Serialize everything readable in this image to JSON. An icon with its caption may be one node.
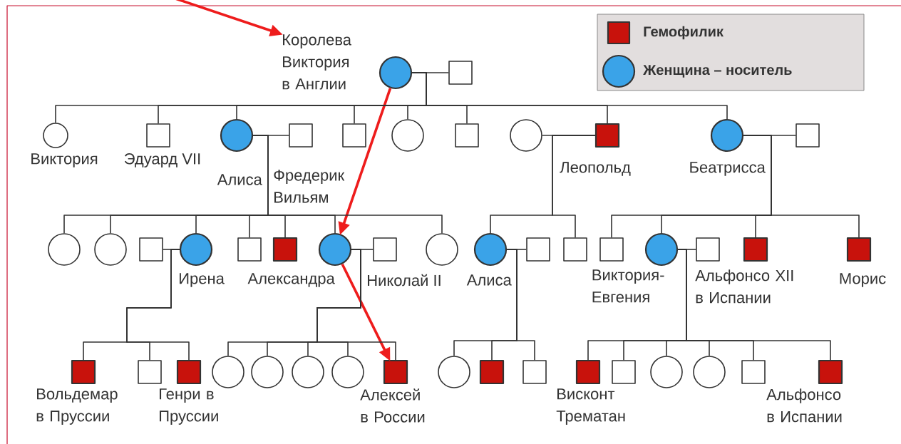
{
  "diagram": {
    "nodes": [
      {
        "text": [],
        "shape": "circle",
        "beside": [
          "Королева Виктория в Англии"
        ]
      },
      {
        "text": [],
        "shape": "box"
      },
      {
        "text": [],
        "shape": "circle",
        "beside": [
          "Виктория"
        ]
      },
      {
        "text": [],
        "shape": "box",
        "beside": [
          "Эдуард VII"
        ]
      },
      {
        "text": [],
        "shape": "circle",
        "beside": [
          "Алиса"
        ]
      },
      {
        "text": [],
        "shape": "box",
        "beside": [
          "Фредерик Вильям"
        ]
      },
      {
        "text": [],
        "shape": "box"
      },
      {
        "text": [],
        "shape": "circle"
      },
      {
        "text": [],
        "shape": "box"
      },
      {
        "text": [],
        "shape": "circle"
      },
      {
        "text": [],
        "shape": "box",
        "beside": [
          "Леопольд"
        ]
      },
      {
        "text": [],
        "shape": "circle",
        "beside": [
          "Беатрисса"
        ]
      },
      {
        "text": [],
        "shape": "box"
      },
      {
        "text": [],
        "shape": "circle"
      },
      {
        "text": [],
        "shape": "circle"
      },
      {
        "text": [],
        "shape": "box"
      },
      {
        "text": [],
        "shape": "circle",
        "beside": [
          "Ирена"
        ]
      },
      {
        "text": [],
        "shape": "box"
      },
      {
        "text": [],
        "shape": "box"
      },
      {
        "text": [],
        "shape": "circle",
        "beside": [
          "Александра"
        ]
      },
      {
        "text": [],
        "shape": "box",
        "beside": [
          "Николай II"
        ]
      },
      {
        "text": [],
        "shape": "circle"
      },
      {
        "text": [],
        "shape": "circle",
        "beside": [
          "Алиса"
        ]
      },
      {
        "text": [],
        "shape": "box"
      },
      {
        "text": [],
        "shape": "box"
      },
      {
        "text": [],
        "shape": "box"
      },
      {
        "text": [],
        "shape": "circle",
        "beside": [
          "Виктория-Евгения"
        ]
      },
      {
        "text": [],
        "shape": "box",
        "beside": [
          "Альфонсо XII в Испании"
        ]
      },
      {
        "text": [],
        "shape": "box"
      },
      {
        "text": [],
        "shape": "box",
        "beside": [
          "Морис"
        ]
      },
      {
        "text": [],
        "shape": "box",
        "beside": [
          "Вольдемар в Пруссии"
        ]
      },
      {
        "text": [],
        "shape": "box"
      },
      {
        "text": [],
        "shape": "box",
        "beside": [
          "Генри в Пруссии"
        ]
      },
      {
        "text": [],
        "shape": "circle"
      },
      {
        "text": [],
        "shape": "circle"
      },
      {
        "text": [],
        "shape": "circle"
      },
      {
        "text": [],
        "shape": "circle"
      },
      {
        "text": [],
        "shape": "box",
        "beside": [
          "Алексей в России"
        ]
      },
      {
        "text": [],
        "shape": "circle"
      },
      {
        "text": [],
        "shape": "box"
      },
      {
        "text": [],
        "shape": "box"
      },
      {
        "text": [],
        "shape": "box",
        "beside": [
          "Висконт Трематан"
        ]
      },
      {
        "text": [],
        "shape": "box"
      },
      {
        "text": [],
        "shape": "circle"
      },
      {
        "text": [],
        "shape": "circle"
      },
      {
        "text": [],
        "shape": "box"
      },
      {
        "text": [],
        "shape": "box",
        "beside": [
          "Альфонсо в Испании"
        ]
      }
    ],
    "edges": [
      {
        "from": null,
        "to": 0,
        "arrow": "to",
        "style": "thick",
        "color": "#ee1c1c"
      },
      {
        "from": 0,
        "to": 19,
        "arrow": "to",
        "style": "thick",
        "color": "#ee1c1c"
      },
      {
        "from": 19,
        "to": 37,
        "arrow": "to",
        "style": "thick",
        "color": "#ee1c1c"
      },
      {
        "from": 0,
        "to": 1,
        "arrow": "none"
      },
      {
        "from": 4,
        "to": 5,
        "arrow": "none"
      },
      {
        "from": 9,
        "to": 10,
        "arrow": "none"
      },
      {
        "from": 11,
        "to": 12,
        "arrow": "none"
      },
      {
        "from": 15,
        "to": 16,
        "arrow": "none"
      },
      {
        "from": 19,
        "to": 20,
        "arrow": "none"
      },
      {
        "from": 22,
        "to": 23,
        "arrow": "none"
      },
      {
        "from": 26,
        "to": 27,
        "arrow": "none"
      },
      {
        "from": 0,
        "to": 2,
        "arrow": "none"
      },
      {
        "from": 0,
        "to": 3,
        "arrow": "none"
      },
      {
        "from": 0,
        "to": 4,
        "arrow": "none"
      },
      {
        "from": 0,
        "to": 6,
        "arrow": "none"
      },
      {
        "from": 0,
        "to": 7,
        "arrow": "none"
      },
      {
        "from": 0,
        "to": 8,
        "arrow": "none"
      },
      {
        "from": 0,
        "to": 10,
        "arrow": "none"
      },
      {
        "from": 0,
        "to": 11,
        "arrow": "none"
      },
      {
        "from": 4,
        "to": 13,
        "arrow": "none"
      },
      {
        "from": 4,
        "to": 14,
        "arrow": "none"
      },
      {
        "from": 4,
        "to": 16,
        "arrow": "none"
      },
      {
        "from": 4,
        "to": 17,
        "arrow": "none"
      },
      {
        "from": 4,
        "to": 18,
        "arrow": "none"
      },
      {
        "from": 4,
        "to": 19,
        "arrow": "none"
      },
      {
        "from": 4,
        "to": 21,
        "arrow": "none"
      },
      {
        "from": 10,
        "to": 22,
        "arrow": "none"
      },
      {
        "from": 10,
        "to": 24,
        "arrow": "none"
      },
      {
        "from": 11,
        "to": 25,
        "arrow": "none"
      },
      {
        "from": 11,
        "to": 26,
        "arrow": "none"
      },
      {
        "from": 11,
        "to": 28,
        "arrow": "none"
      },
      {
        "from": 11,
        "to": 29,
        "arrow": "none"
      },
      {
        "from": 16,
        "to": 30,
        "arrow": "none"
      },
      {
        "from": 16,
        "to": 31,
        "arrow": "none"
      },
      {
        "from": 16,
        "to": 32,
        "arrow": "none"
      },
      {
        "from": 19,
        "to": 33,
        "arrow": "none"
      },
      {
        "from": 19,
        "to": 34,
        "arrow": "none"
      },
      {
        "from": 19,
        "to": 35,
        "arrow": "none"
      },
      {
        "from": 19,
        "to": 36,
        "arrow": "none"
      },
      {
        "from": 19,
        "to": 37,
        "arrow": "none"
      },
      {
        "from": 22,
        "to": 38,
        "arrow": "none"
      },
      {
        "from": 22,
        "to": 39,
        "arrow": "none"
      },
      {
        "from": 22,
        "to": 40,
        "arrow": "none"
      },
      {
        "from": 26,
        "to": 41,
        "arrow": "none"
      },
      {
        "from": 26,
        "to": 42,
        "arrow": "none"
      },
      {
        "from": 26,
        "to": 43,
        "arrow": "none"
      },
      {
        "from": 26,
        "to": 44,
        "arrow": "none"
      },
      {
        "from": 26,
        "to": 45,
        "arrow": "none"
      },
      {
        "from": 26,
        "to": 46,
        "arrow": "none"
      }
    ],
    "legend": [
      {
        "text": "Гемофилик",
        "color": "#c8120c"
      },
      {
        "text": "Женщина – носитель",
        "color": "#3aa3e8"
      }
    ]
  }
}
